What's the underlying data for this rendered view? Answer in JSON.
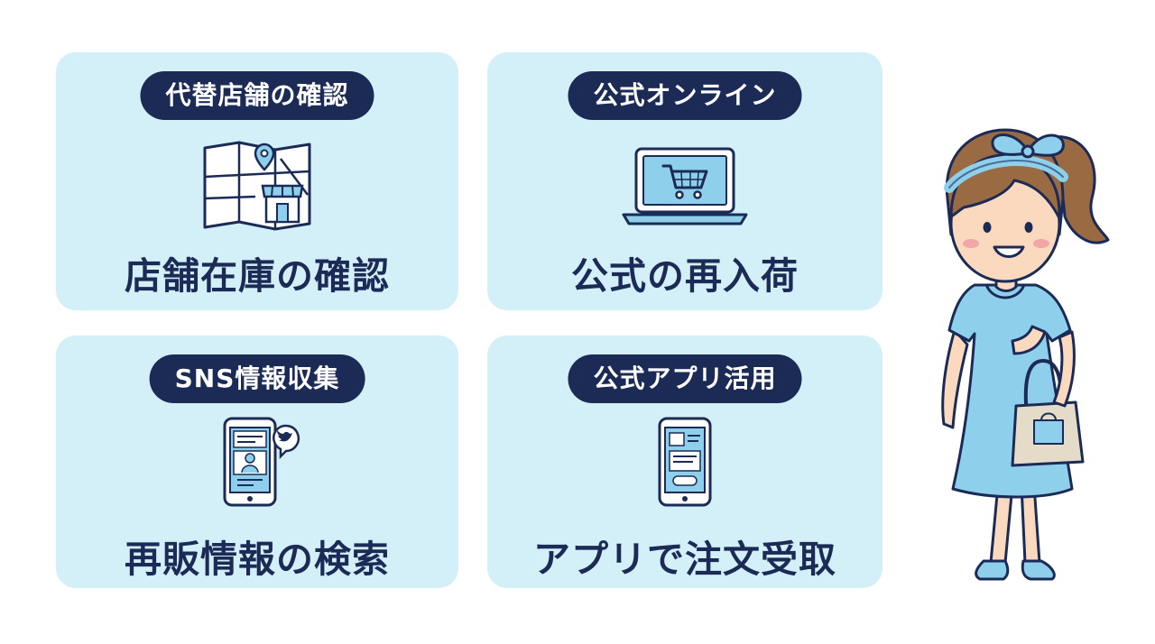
{
  "cards": [
    {
      "tag": "代替店舗の確認",
      "label": "店舗在庫の確認",
      "icon": "store-map-icon"
    },
    {
      "tag": "公式オンライン",
      "label": "公式の再入荷",
      "icon": "laptop-cart-icon"
    },
    {
      "tag": "SNS情報収集",
      "label": "再販情報の検索",
      "icon": "phone-social-icon"
    },
    {
      "tag": "公式アプリ活用",
      "label": "アプリで注文受取",
      "icon": "phone-app-icon"
    }
  ],
  "colors": {
    "card_bg": "#d3eff8",
    "pill_bg": "#1b2b56",
    "text": "#1b2b56",
    "accent": "#8ed0ec"
  },
  "character": {
    "icon": "shopping-girl-illustration"
  }
}
